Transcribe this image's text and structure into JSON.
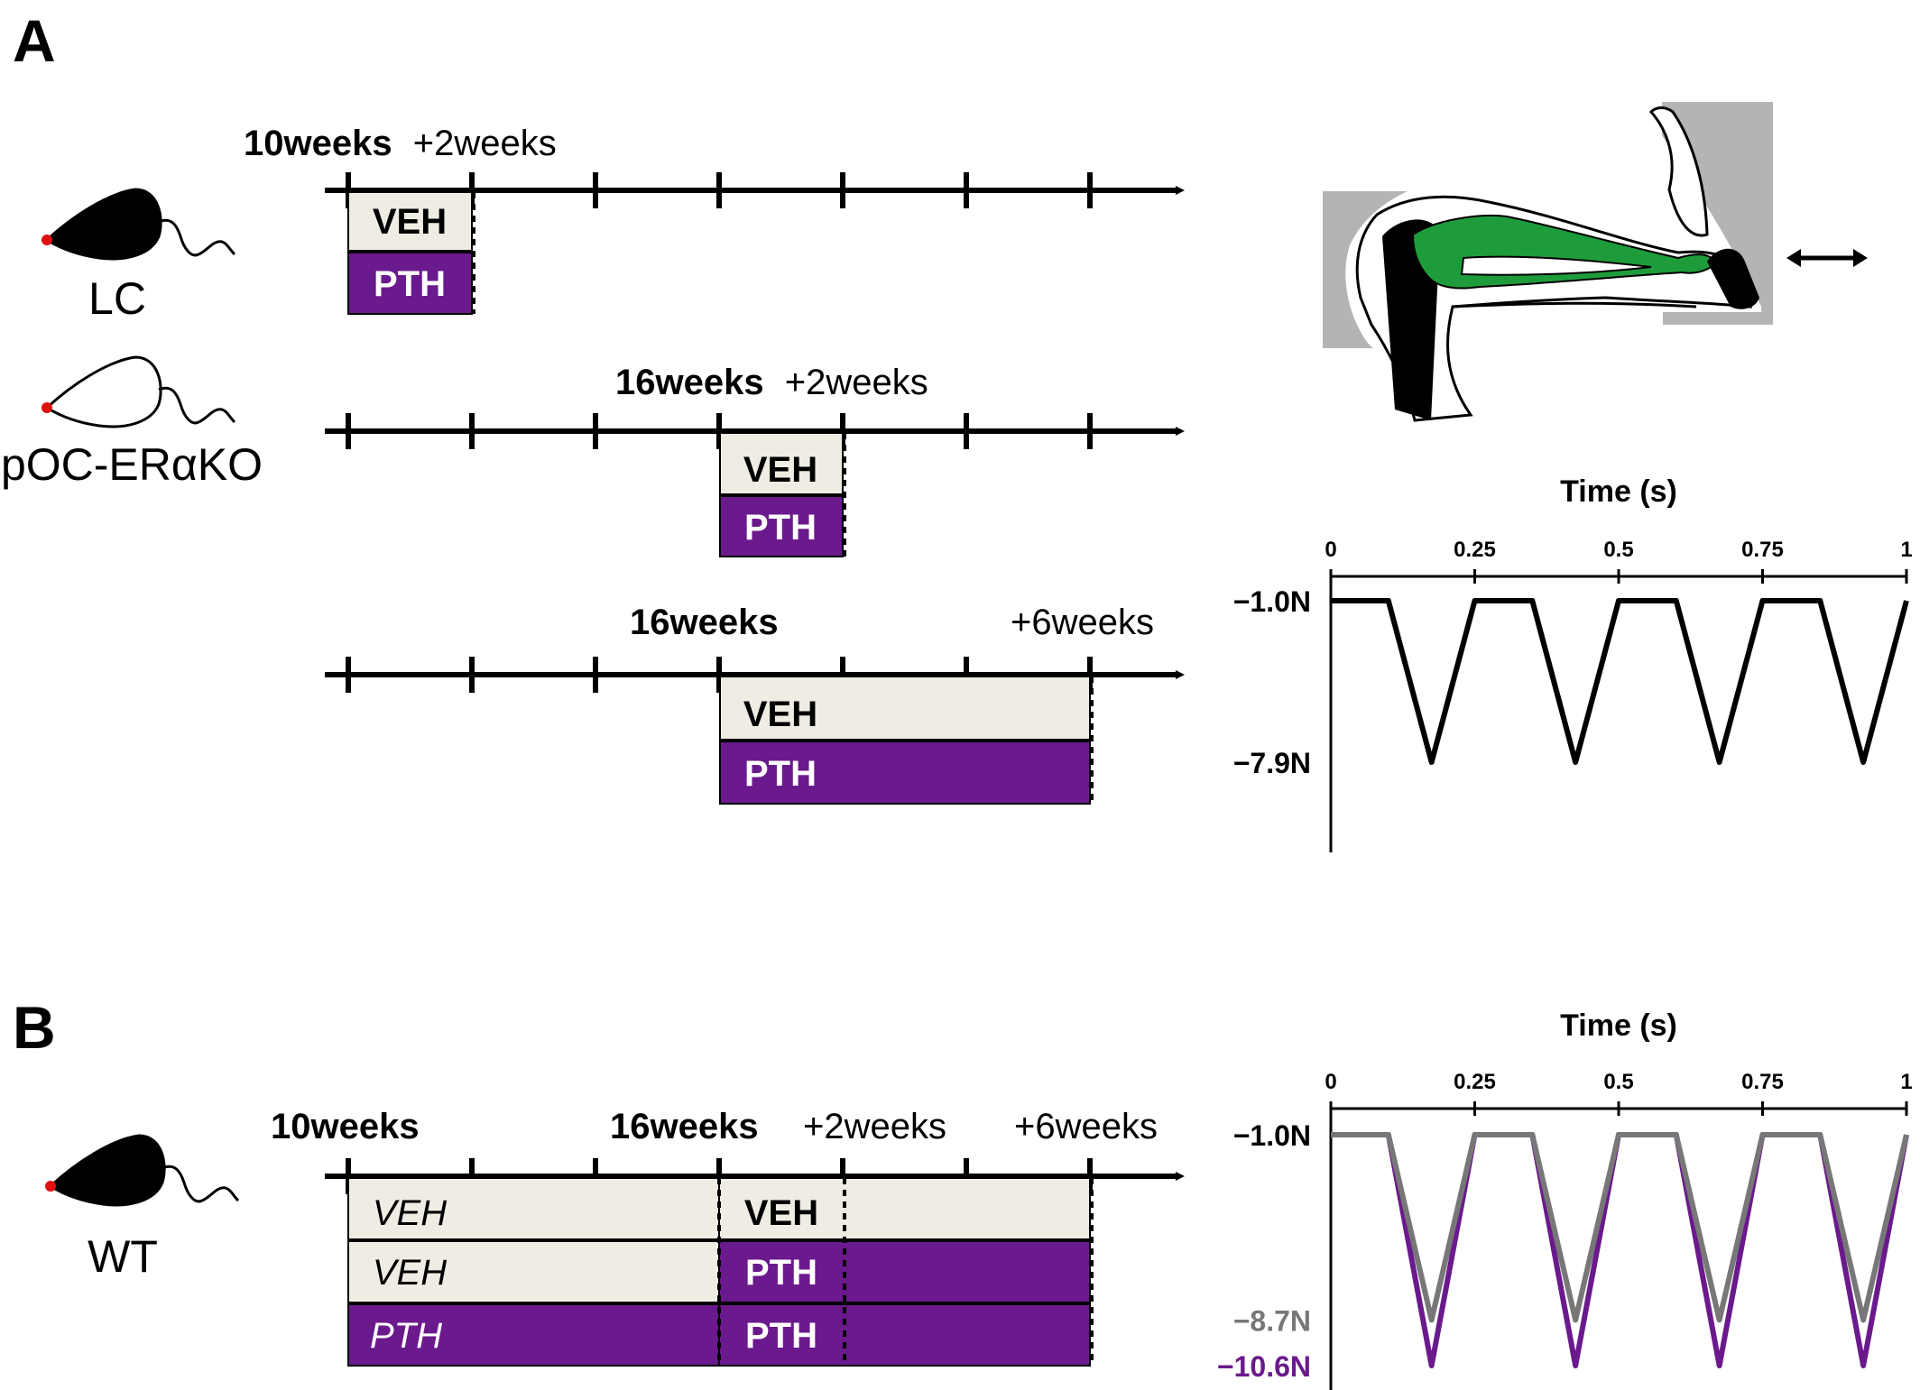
{
  "panel_a": {
    "label": "A",
    "mouse_lc": "LC",
    "mouse_ko": "pOC-ERαKO",
    "timeline1": {
      "start_label": "10weeks",
      "end_label": "+2weeks",
      "veh": "VEH",
      "pth": "PTH"
    },
    "timeline2": {
      "start_label": "16weeks",
      "end_label": "+2weeks",
      "veh": "VEH",
      "pth": "PTH"
    },
    "timeline3": {
      "start_label": "16weeks",
      "end_label": "+6weeks",
      "veh": "VEH",
      "pth": "PTH"
    },
    "chart_data": {
      "type": "line",
      "xlabel": "Time (s)",
      "xlim": [
        0,
        1
      ],
      "x_ticks": [
        "0",
        "0.25",
        "0.5",
        "0.75",
        "1"
      ],
      "y_labels": [
        "−1.0N",
        "−7.9N"
      ],
      "series": [
        {
          "color": "#000000",
          "x": [
            0,
            0.1,
            0.175,
            0.25,
            0.35,
            0.425,
            0.5,
            0.6,
            0.675,
            0.75,
            0.85,
            0.925,
            1.0
          ],
          "y": [
            -1.0,
            -1.0,
            -7.9,
            -1.0,
            -1.0,
            -7.9,
            -1.0,
            -1.0,
            -7.9,
            -1.0,
            -1.0,
            -7.9,
            -1.0
          ]
        }
      ]
    }
  },
  "panel_b": {
    "label": "B",
    "mouse_wt": "WT",
    "timeline": {
      "label_10": "10weeks",
      "label_16": "16weeks",
      "label_plus2": "+2weeks",
      "label_plus6": "+6weeks",
      "row1_left": "VEH",
      "row1_right": "VEH",
      "row2_left": "VEH",
      "row2_right": "PTH",
      "row3_left": "PTH",
      "row3_right": "PTH"
    },
    "chart_data": {
      "type": "line",
      "xlabel": "Time (s)",
      "xlim": [
        0,
        1
      ],
      "x_ticks": [
        "0",
        "0.25",
        "0.5",
        "0.75",
        "1"
      ],
      "y_labels": [
        "−1.0N",
        "−8.7N",
        "−10.6N"
      ],
      "series": [
        {
          "color": "#6a1a8c",
          "x": [
            0,
            0.1,
            0.175,
            0.25,
            0.35,
            0.425,
            0.5,
            0.6,
            0.675,
            0.75,
            0.85,
            0.925,
            1.0
          ],
          "y": [
            -1.0,
            -1.0,
            -10.6,
            -1.0,
            -1.0,
            -10.6,
            -1.0,
            -1.0,
            -10.6,
            -1.0,
            -1.0,
            -10.6,
            -1.0
          ]
        },
        {
          "color": "#777777",
          "x": [
            0,
            0.1,
            0.175,
            0.25,
            0.35,
            0.425,
            0.5,
            0.6,
            0.675,
            0.75,
            0.85,
            0.925,
            1.0
          ],
          "y": [
            -1.0,
            -1.0,
            -8.7,
            -1.0,
            -1.0,
            -8.7,
            -1.0,
            -1.0,
            -8.7,
            -1.0,
            -1.0,
            -8.7,
            -1.0
          ]
        }
      ]
    }
  },
  "colors": {
    "veh_fill": "#efede3",
    "pth_fill": "#6a1a8c",
    "muscle_green": "#1e9c3c",
    "fixture_gray": "#b4b4b4",
    "nose_red": "#e01010"
  }
}
